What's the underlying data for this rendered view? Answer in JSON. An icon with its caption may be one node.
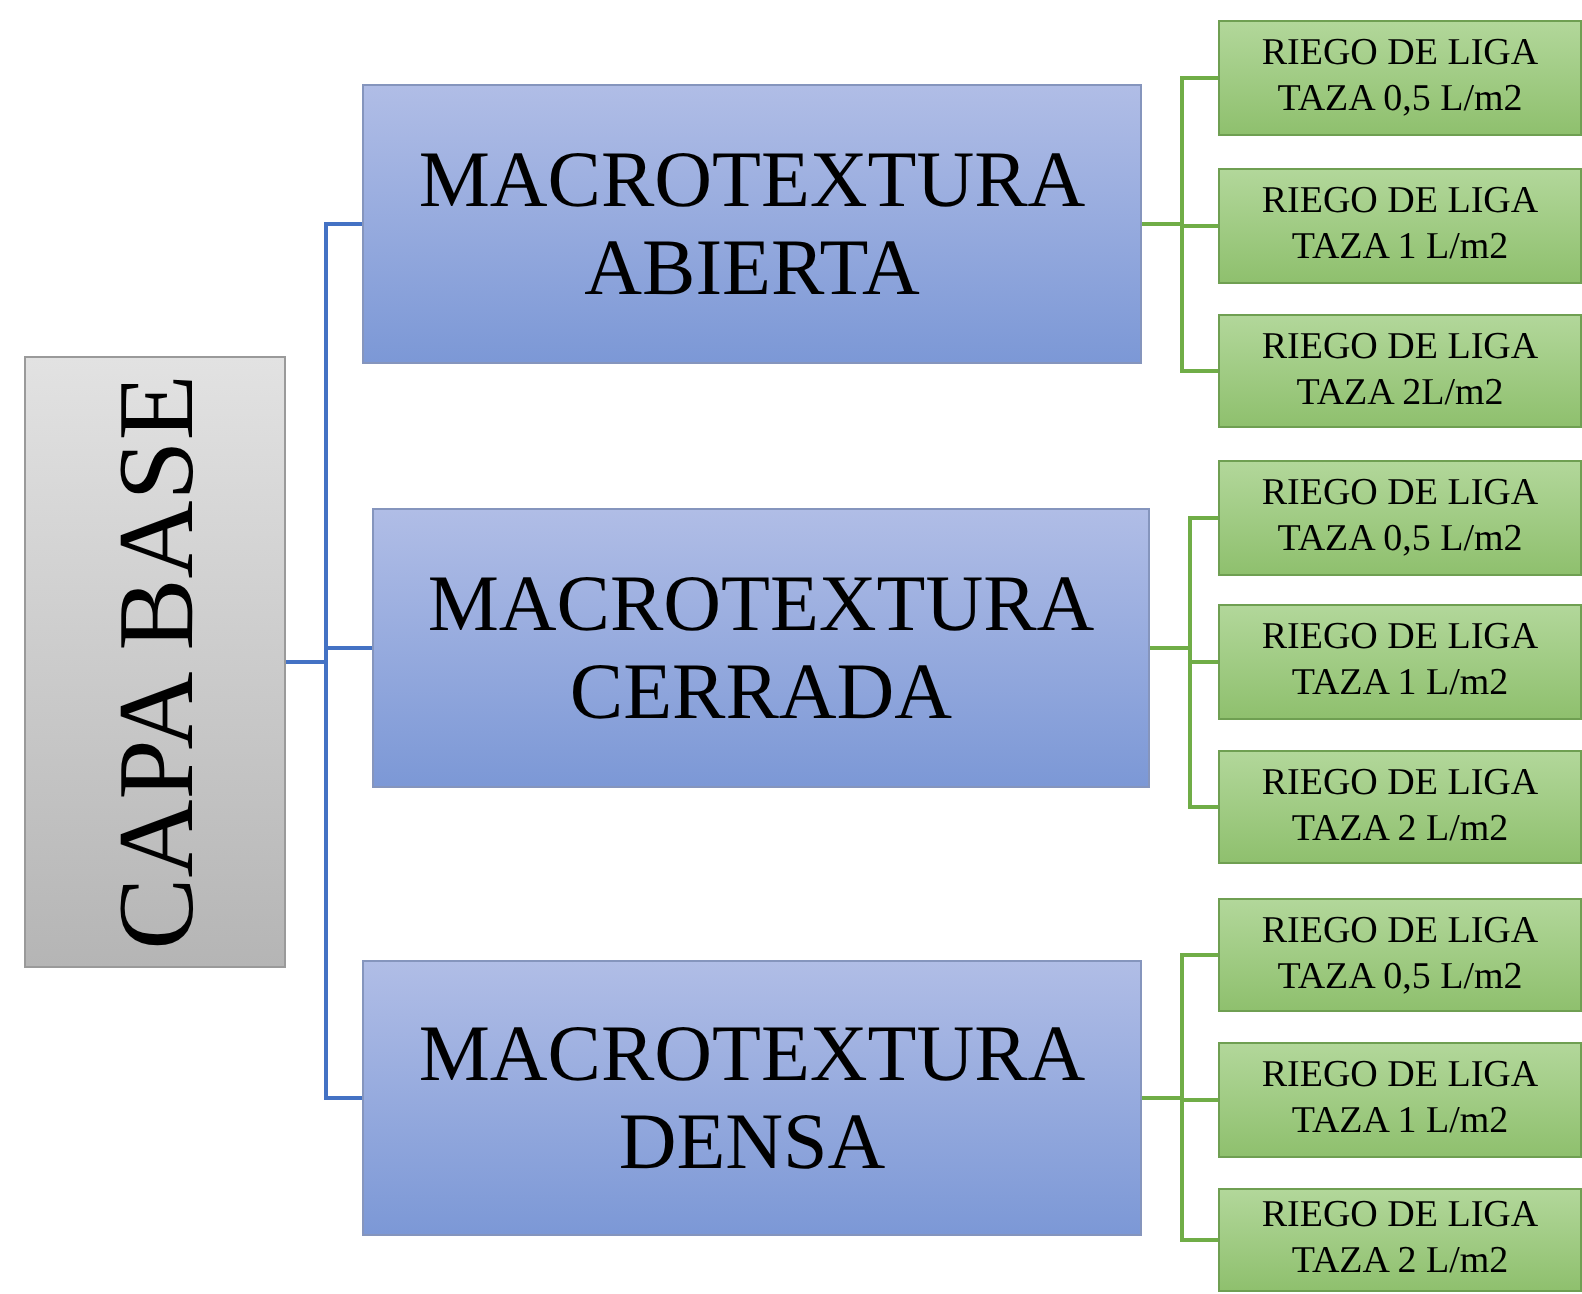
{
  "diagram": {
    "nodes": [
      {
        "text": [
          "CAPA BASE"
        ]
      },
      {
        "text": [
          "MACROTEXTURA ABIERTA"
        ]
      },
      {
        "text": [
          "RIEGO DE LIGA TAZA 0,5 L/m2"
        ]
      },
      {
        "text": [
          "RIEGO DE LIGA TAZA 1 L/m2"
        ]
      },
      {
        "text": [
          "RIEGO DE LIGA TAZA 2L/m2"
        ]
      },
      {
        "text": [
          "MACROTEXTURA CERRADA"
        ]
      },
      {
        "text": [
          "RIEGO DE LIGA TAZA 0,5 L/m2"
        ]
      },
      {
        "text": [
          "RIEGO DE LIGA TAZA 1 L/m2"
        ]
      },
      {
        "text": [
          "RIEGO DE LIGA TAZA 2 L/m2"
        ]
      },
      {
        "text": [
          "MACROTEXTURA DENSA"
        ]
      },
      {
        "text": [
          "RIEGO DE LIGA TAZA 0,5 L/m2"
        ]
      },
      {
        "text": [
          "RIEGO DE LIGA TAZA 1 L/m2"
        ]
      },
      {
        "text": [
          "RIEGO DE LIGA TAZA 2 L/m2"
        ]
      }
    ],
    "edges": [
      {
        "from": 0,
        "to": 1,
        "arrow": "none",
        "color": "#4472c4"
      },
      {
        "from": 0,
        "to": 5,
        "arrow": "none",
        "color": "#4472c4"
      },
      {
        "from": 0,
        "to": 9,
        "arrow": "none",
        "color": "#4472c4"
      },
      {
        "from": 1,
        "to": 2,
        "arrow": "none"
      },
      {
        "from": 1,
        "to": 3,
        "arrow": "none"
      },
      {
        "from": 1,
        "to": 4,
        "arrow": "none"
      },
      {
        "from": 5,
        "to": 6,
        "arrow": "none"
      },
      {
        "from": 5,
        "to": 7,
        "arrow": "none"
      },
      {
        "from": 5,
        "to": 8,
        "arrow": "none"
      },
      {
        "from": 9,
        "to": 10,
        "arrow": "none"
      },
      {
        "from": 9,
        "to": 11,
        "arrow": "none"
      },
      {
        "from": 9,
        "to": 12,
        "arrow": "none"
      }
    ]
  }
}
